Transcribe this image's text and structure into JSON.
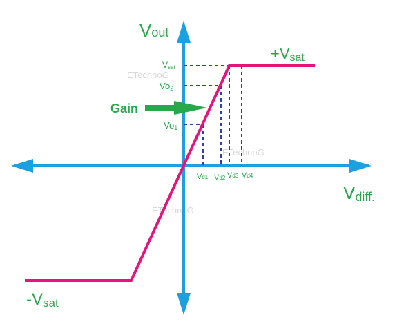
{
  "axes": {
    "y_label_main": "V",
    "y_label_sub": "out",
    "x_label_main": "V",
    "x_label_sub": "diff."
  },
  "labels": {
    "pos_sat_prefix": "+V",
    "pos_sat_sub": "sat",
    "neg_sat_prefix": "-V",
    "neg_sat_sub": "sat",
    "gain": "Gain",
    "vsat_main": "V",
    "vsat_sub": "sat",
    "vo2_main": "Vo",
    "vo2_sub": "2",
    "vo1_main": "Vo",
    "vo1_sub": "1",
    "vd1_main": "V",
    "vd1_sub": "d1",
    "vd2_main": "V",
    "vd2_sub": "d2",
    "vd3_main": "V",
    "vd3_sub": "d3",
    "vd4_main": "V",
    "vd4_sub": "d4"
  },
  "watermark": "ETechnoG",
  "colors": {
    "axis": "#1ba1e2",
    "curve": "#e6137c",
    "label": "#27a84a",
    "dashed": "#2e3fa8",
    "arrow": "#27a84a"
  }
}
